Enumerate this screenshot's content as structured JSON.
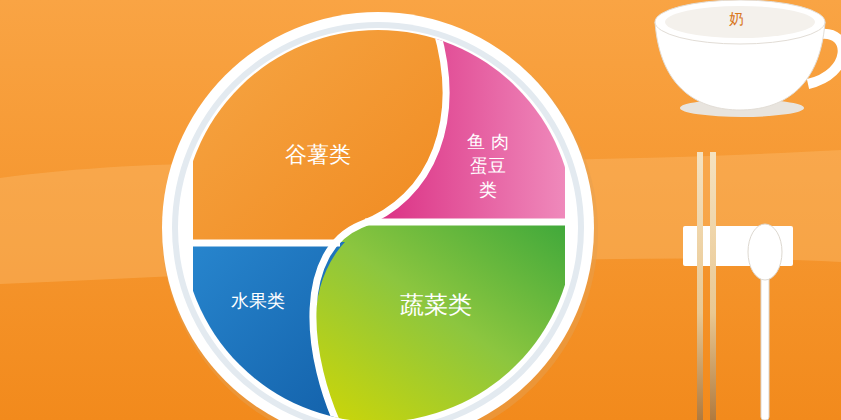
{
  "diagram": {
    "nodes": [
      {
        "text": [
          "谷薯类"
        ]
      },
      {
        "text": [
          "鱼 肉 蛋豆类"
        ]
      },
      {
        "text": [
          "水果类"
        ]
      },
      {
        "text": [
          "蔬菜类"
        ]
      },
      {
        "text": [
          "奶"
        ]
      }
    ]
  }
}
